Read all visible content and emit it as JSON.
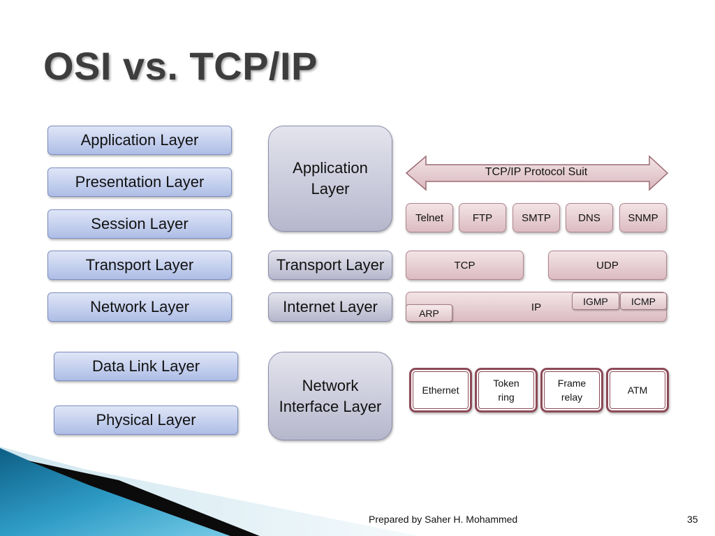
{
  "slide": {
    "title": "OSI vs. TCP/IP",
    "footer": "Prepared by Saher H. Mohammed",
    "page_number": "35"
  },
  "osi_layers": [
    "Application Layer",
    "Presentation Layer",
    "Session Layer",
    "Transport Layer",
    "Network Layer",
    "Data Link Layer",
    "Physical Layer"
  ],
  "tcpip_layers": {
    "application": [
      "Application",
      "Layer"
    ],
    "transport": "Transport Layer",
    "internet": "Internet Layer",
    "network_interface": [
      "Network",
      "Interface Layer"
    ]
  },
  "protocol_suite_label": "TCP/IP Protocol Suit",
  "application_protocols": [
    "Telnet",
    "FTP",
    "SMTP",
    "DNS",
    "SNMP"
  ],
  "transport_protocols": [
    "TCP",
    "UDP"
  ],
  "internet_protocols": {
    "ip": "IP",
    "igmp": "IGMP",
    "icmp": "ICMP",
    "arp": "ARP"
  },
  "network_technologies": [
    [
      "Ethernet"
    ],
    [
      "Token",
      "ring"
    ],
    [
      "Frame",
      "relay"
    ],
    [
      "ATM"
    ]
  ],
  "colors": {
    "osi_fill": "#aebde6",
    "tcpip_fill": "#b6b7cc",
    "protocol_fill": "#dbbcc2",
    "protocol_border": "#8c4a57",
    "title": "#3d3d3d"
  }
}
